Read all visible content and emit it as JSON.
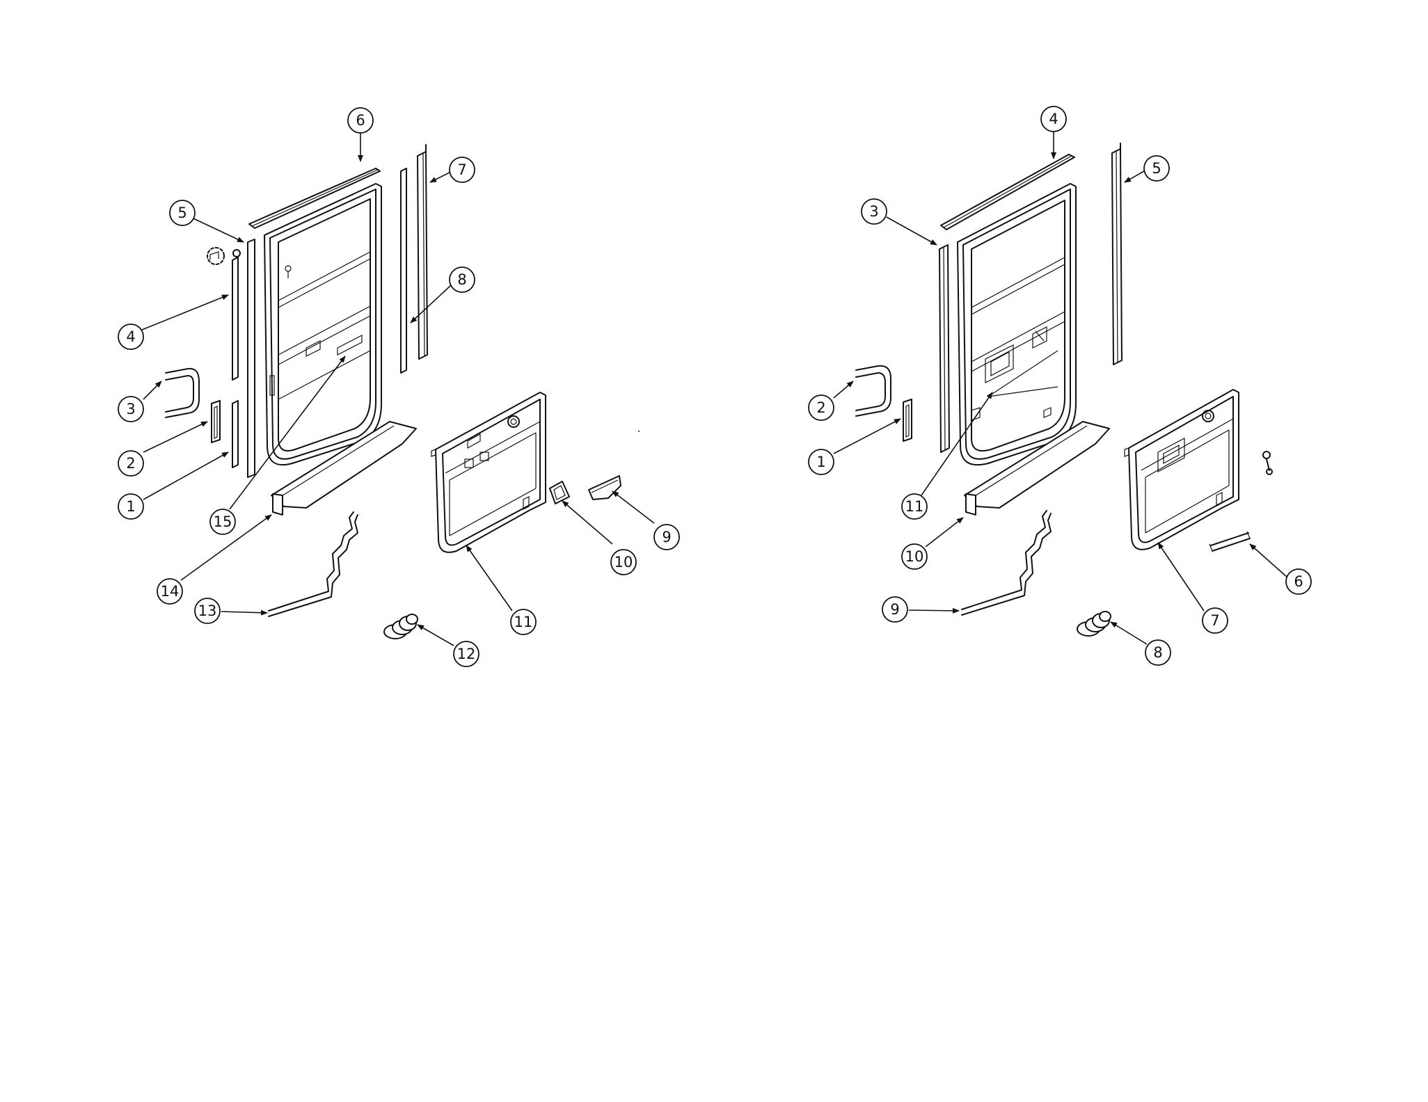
{
  "left_assembly": {
    "callouts": [
      "6",
      "7",
      "5",
      "8",
      "4",
      "3",
      "2",
      "1",
      "15",
      "14",
      "13",
      "11",
      "10",
      "9",
      "12"
    ]
  },
  "right_assembly": {
    "callouts": [
      "4",
      "5",
      "3",
      "2",
      "1",
      "11",
      "10",
      "9",
      "7",
      "6",
      "8"
    ]
  }
}
